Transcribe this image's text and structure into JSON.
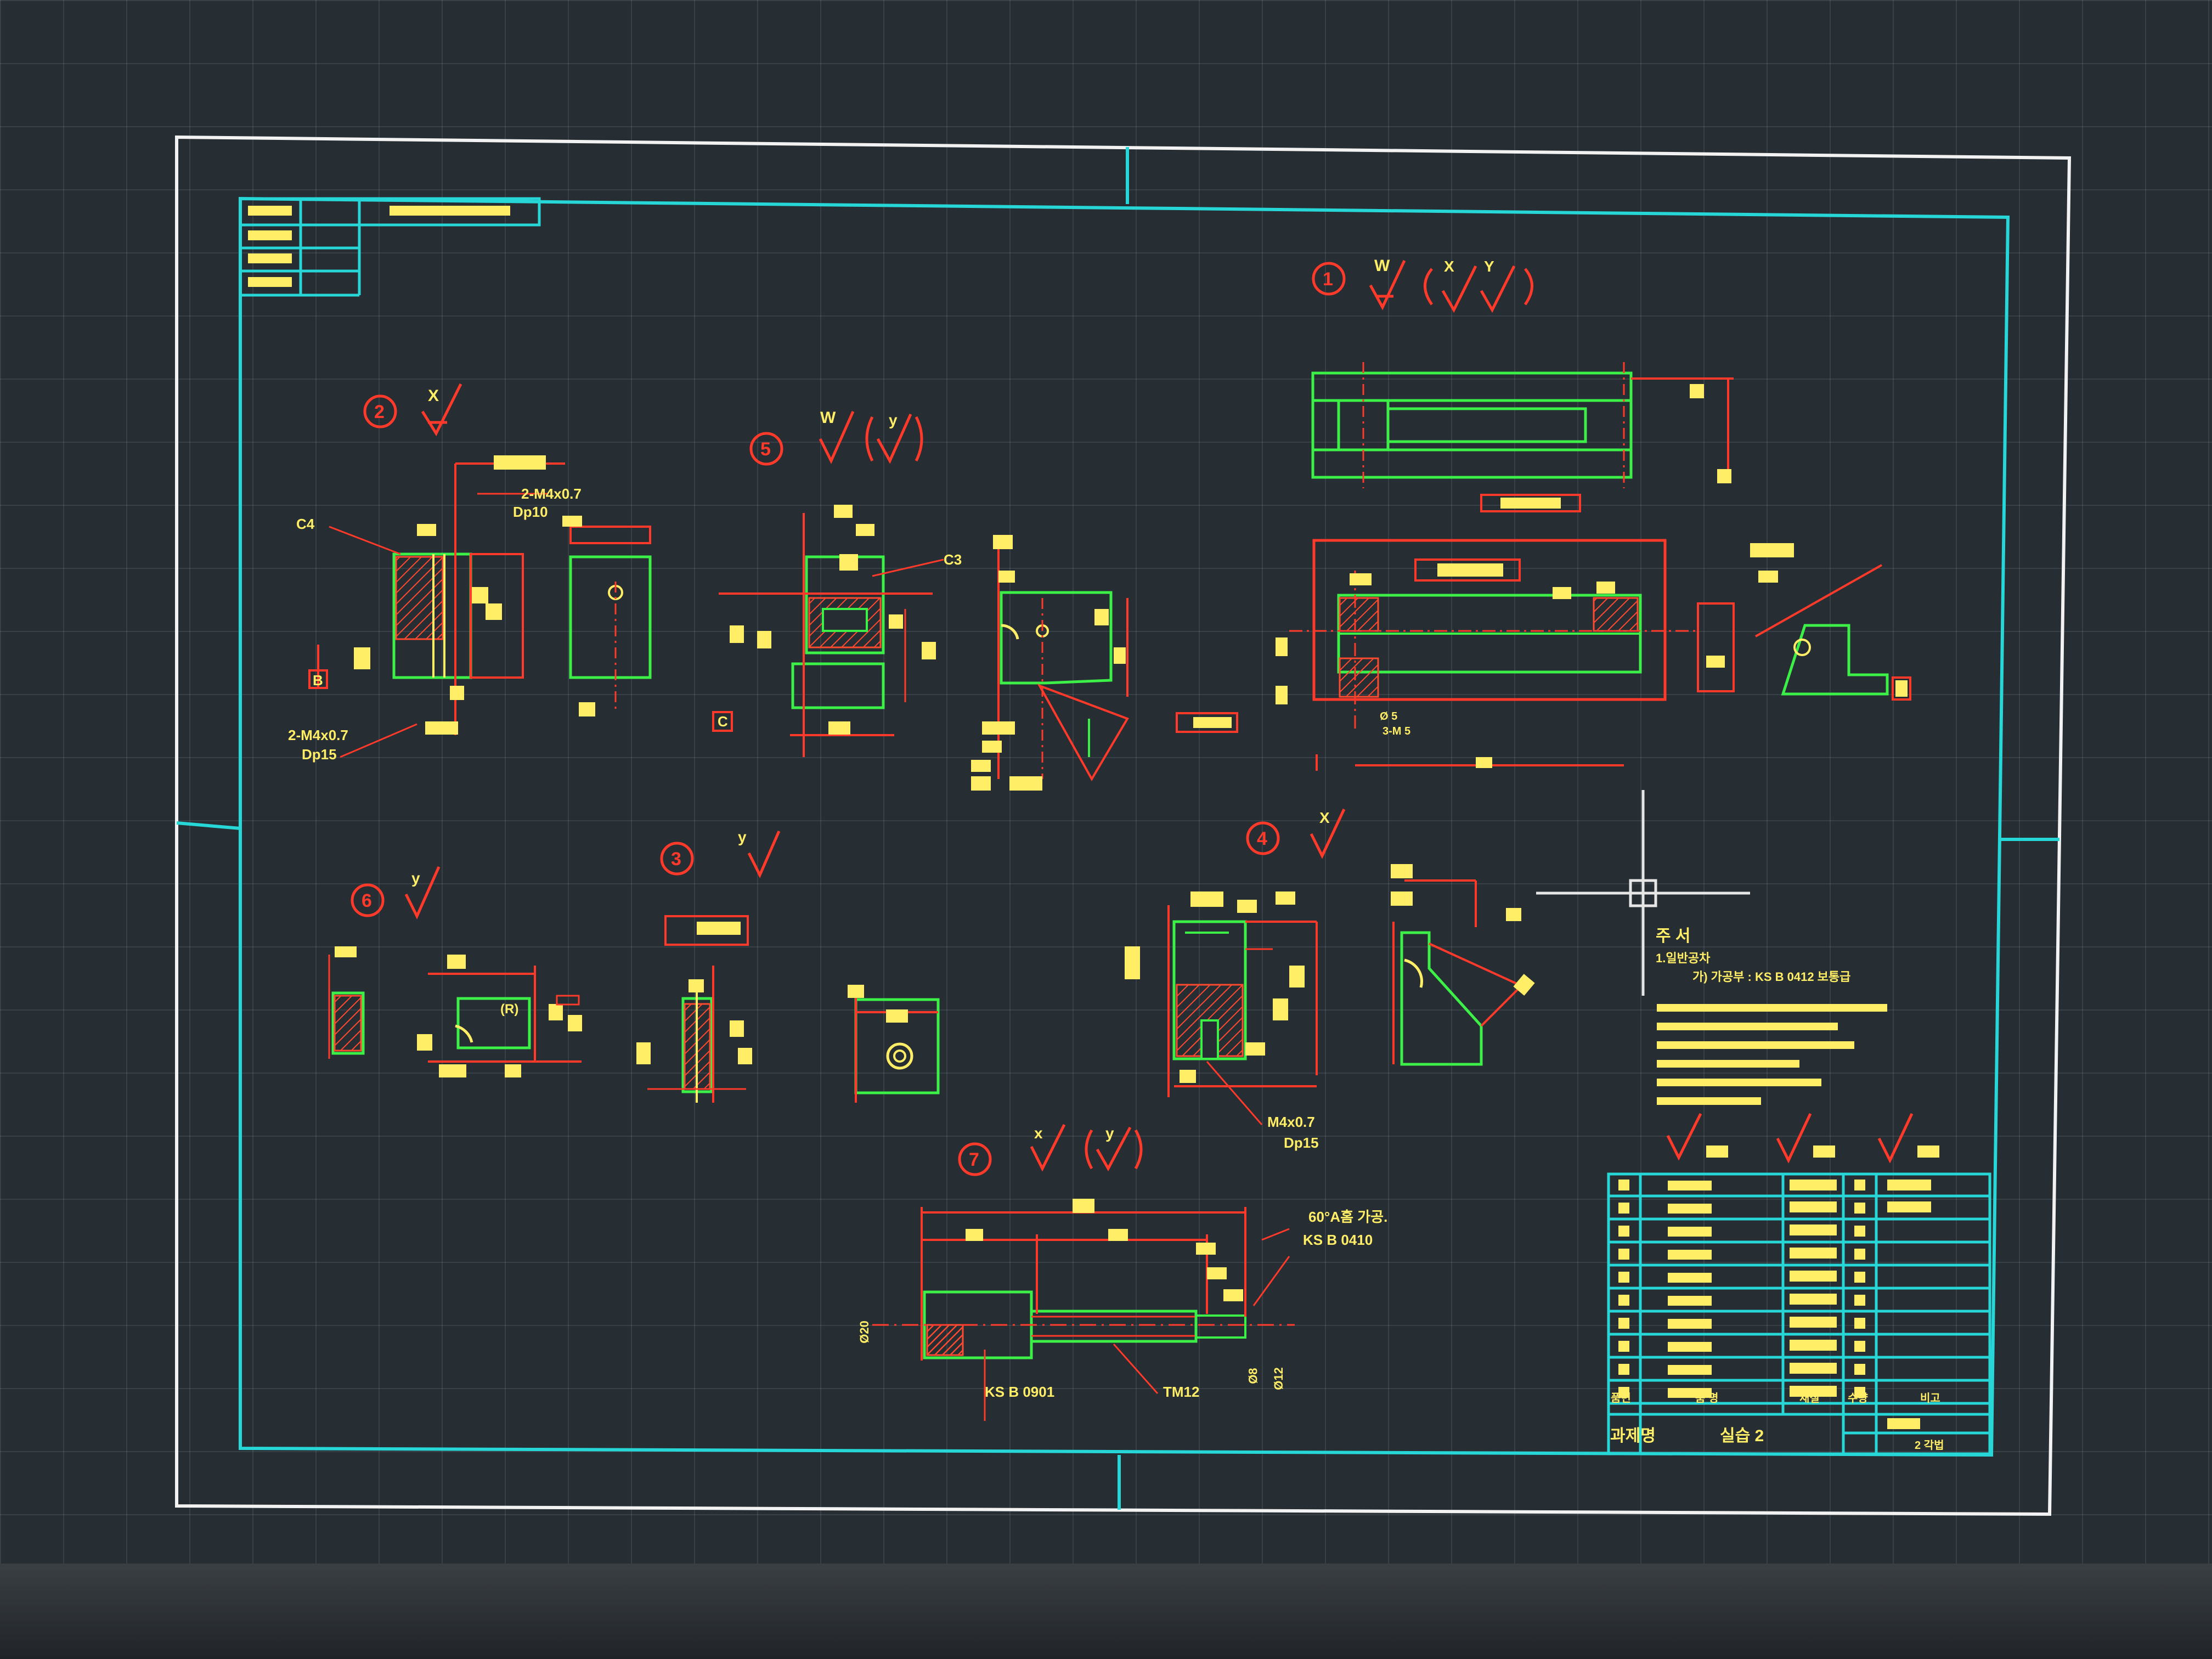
{
  "drawing": {
    "views": {
      "v1": {
        "number": "1",
        "roughness": "W",
        "roughness_paren": [
          "X",
          "Y"
        ]
      },
      "v2": {
        "number": "2",
        "roughness": "X"
      },
      "v3": {
        "number": "3",
        "roughness": "y"
      },
      "v4": {
        "number": "4",
        "roughness": "X"
      },
      "v5": {
        "number": "5",
        "roughness": "W",
        "roughness_paren": [
          "y"
        ]
      },
      "v6": {
        "number": "6",
        "roughness": "y"
      },
      "v7": {
        "number": "7",
        "roughness": "x",
        "roughness_paren": [
          "y"
        ]
      }
    },
    "annotations": {
      "a_2m4_top": "2-M4x0.7",
      "a_dp10": "Dp10",
      "a_c4": "C4",
      "a_datum_b": "B",
      "a_2m4_bot": "2-M4x0.7",
      "a_dp15_left": "Dp15",
      "a_c3": "C3",
      "a_datum_c": "C",
      "a_r": "(R)",
      "a_m4": "M4x0.7",
      "a_dp15_mid": "Dp15",
      "a_60a": "60°A홈 가공.",
      "a_ksb0410": "KS B 0410",
      "a_ksb0901": "KS B 0901",
      "a_tm12": "TM12",
      "a_phi20": "Ø20",
      "a_phi8": "Ø8",
      "a_phi12": "Ø12",
      "a_phi5": "Ø 5",
      "a_3m5": "3-M 5"
    },
    "notes": {
      "heading": "주 서",
      "line1": "1.일반공차",
      "line2": "가) 가공부 : KS B 0412 보통급"
    },
    "title_block": {
      "dept_label": "과제명",
      "dept_value": "실습 2",
      "bottom_right": "2 각법",
      "header_cols": [
        "품번",
        "품 명",
        "재질",
        "수량",
        "비고"
      ]
    }
  },
  "colors": {
    "background": "#262d33",
    "grid": "#5d6870",
    "frame_outer": "#f2f2f2",
    "frame_inner": "#27d6d6",
    "outline": "#3cf048",
    "dimension": "#ff3a2a",
    "text": "#ffee66",
    "hatch": "#ff4a30",
    "crosshair": "#e6e6e6"
  }
}
